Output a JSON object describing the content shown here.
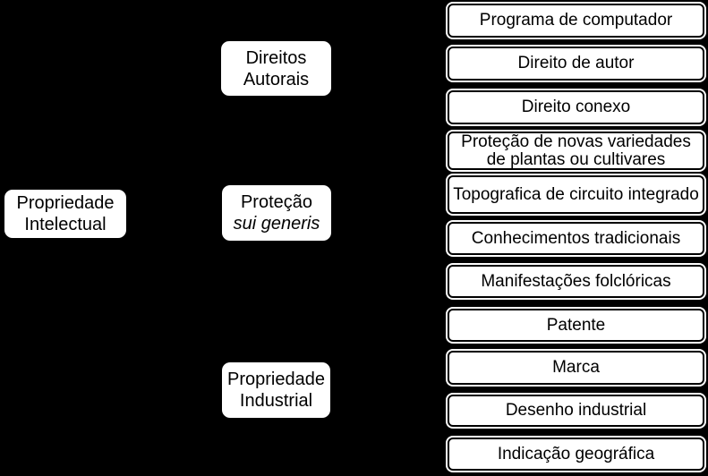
{
  "colors": {
    "background": "#000000",
    "box_fill": "#ffffff",
    "box_text": "#000000",
    "leaf_border": "#000000"
  },
  "tree": {
    "root": {
      "label": "Propriedade Intelectual"
    },
    "branches": [
      {
        "label": "Direitos Autorais",
        "children": [
          "Programa de computador",
          "Direito de autor",
          "Direito conexo"
        ]
      },
      {
        "label_line1": "Proteção",
        "label_line2": "sui generis",
        "children": [
          "Proteção de novas variedades de plantas ou cultivares",
          "Topografica de circuito integrado",
          "Conhecimentos tradicionais",
          "Manifestações folclóricas"
        ]
      },
      {
        "label": "Propriedade Industrial",
        "children": [
          "Patente",
          "Marca",
          "Desenho industrial",
          "Indicação geográfica"
        ]
      }
    ]
  }
}
